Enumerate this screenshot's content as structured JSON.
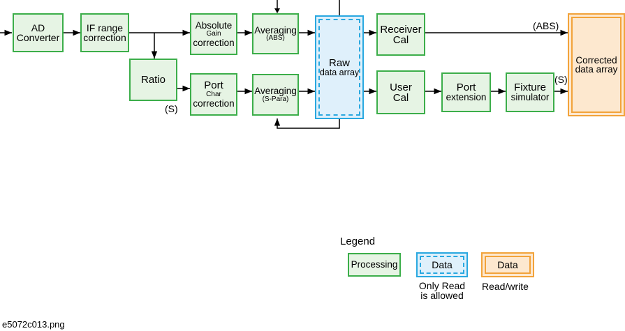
{
  "blocks": {
    "ad_converter": [
      "AD",
      "Converter"
    ],
    "if_range": [
      "IF range",
      "correction"
    ],
    "ratio": "Ratio",
    "absolute": {
      "line1": "Absolute",
      "line2": "Gain",
      "line3": "correction"
    },
    "port_char": {
      "line1": "Port",
      "line2": "Char",
      "line3": "correction"
    },
    "averaging_abs": {
      "line1": "Averaging",
      "line2": "(ABS)"
    },
    "averaging_spara": {
      "line1": "Averaging",
      "line2": "(S-Para)"
    },
    "raw_data": [
      "Raw",
      "data array"
    ],
    "receiver_cal": [
      "Receiver",
      "Cal"
    ],
    "user_cal": [
      "User",
      "Cal"
    ],
    "port_extension": [
      "Port",
      "extension"
    ],
    "fixture_simulator": [
      "Fixture",
      "simulator"
    ],
    "corrected_data": [
      "Corrected",
      "data array"
    ]
  },
  "path_labels": {
    "abs": "(ABS)",
    "s_ratio": "(S)",
    "s_out": "(S)"
  },
  "legend": {
    "title": "Legend",
    "processing": "Processing",
    "data_read_only": "Data",
    "data_read_write": "Data",
    "read_only_caption": [
      "Only Read",
      "is allowed"
    ],
    "read_write_caption": "Read/write"
  },
  "filename": "e5072c013.png",
  "colors": {
    "processing_fill": "#e6f4e4",
    "processing_border": "#3cae4a",
    "raw_fill": "#dff0fb",
    "raw_border": "#29a8e0",
    "corrected_fill": "#fde8cf",
    "corrected_border": "#f2a33a"
  }
}
